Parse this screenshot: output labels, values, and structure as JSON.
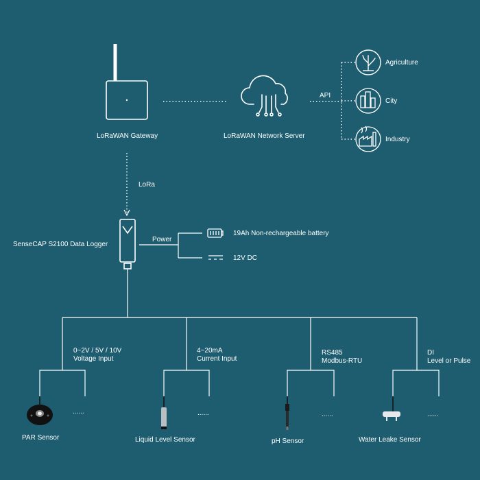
{
  "gateway": {
    "label": "LoRaWAN Gateway"
  },
  "network_server": {
    "label": "LoRaWAN Network Server"
  },
  "api_label": "API",
  "applications": [
    {
      "label": "Agriculture",
      "icon": "plant-icon"
    },
    {
      "label": "City",
      "icon": "city-buildings-icon"
    },
    {
      "label": "Industry",
      "icon": "factory-icon"
    }
  ],
  "lora_label": "LoRa",
  "logger": {
    "label": "SenseCAP S2100 Data Logger"
  },
  "power": {
    "label": "Power",
    "options": [
      {
        "label": "19Ah Non-rechargeable battery",
        "icon": "battery-icon"
      },
      {
        "label": "12V DC",
        "icon": "dc-power-icon"
      }
    ]
  },
  "interfaces": [
    {
      "line1": "0~2V / 5V / 10V",
      "line2": "Voltage Input",
      "sensor": "PAR Sensor",
      "more": "......"
    },
    {
      "line1": "4~20mA",
      "line2": "Current Input",
      "sensor": "Liquid Level Sensor",
      "more": "......"
    },
    {
      "line1": "RS485",
      "line2": "Modbus-RTU",
      "sensor": "pH Sensor",
      "more": "......"
    },
    {
      "line1": "DI",
      "line2": "Level or Pulse",
      "sensor": "Water Leake Sensor",
      "more": "......"
    }
  ],
  "colors": {
    "background": "#1e5d6f",
    "foreground": "#ffffff"
  }
}
